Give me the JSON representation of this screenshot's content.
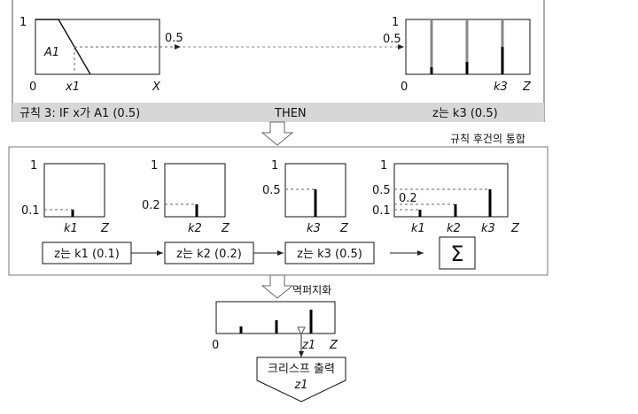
{
  "rule_panel": {
    "left_graph": {
      "y_top": "1",
      "origin": "0",
      "set_label": "A1",
      "x_tick": "x1",
      "x_axis": "X",
      "level_label": "0.5"
    },
    "right_graph": {
      "y_top": "1",
      "level_label": "0.5",
      "origin": "0",
      "k_tick": "k3",
      "z_axis": "Z"
    },
    "rule_text": "규칙 3: IF x가 A1 (0.5)",
    "then_text": "THEN",
    "conclusion_text": "z는 k3 (0.5)"
  },
  "combine_panel": {
    "title": "규칙 후건의 통합",
    "graphs": [
      {
        "y_top": "1",
        "level": "0.1",
        "k_tick": "k1",
        "z_axis": "Z",
        "box": "z는 k1 (0.1)"
      },
      {
        "y_top": "1",
        "level": "0.2",
        "k_tick": "k2",
        "z_axis": "Z",
        "box": "z는 k2 (0.2)"
      },
      {
        "y_top": "1",
        "level": "0.5",
        "k_tick": "k3",
        "z_axis": "Z",
        "box": "z는 k3 (0.5)"
      }
    ],
    "aggregate_graph": {
      "y_top": "1",
      "levels": [
        "0.5",
        "0.2",
        "0.1"
      ],
      "ticks": [
        "k1",
        "k2",
        "k3"
      ],
      "z_axis": "Z"
    },
    "sum_symbol": "Σ"
  },
  "defuzz": {
    "label": "역퍼지화",
    "origin": "0",
    "z_tick": "z1",
    "z_axis": "Z"
  },
  "output": {
    "line1": "크리스프 출력",
    "line2": "z1"
  }
}
